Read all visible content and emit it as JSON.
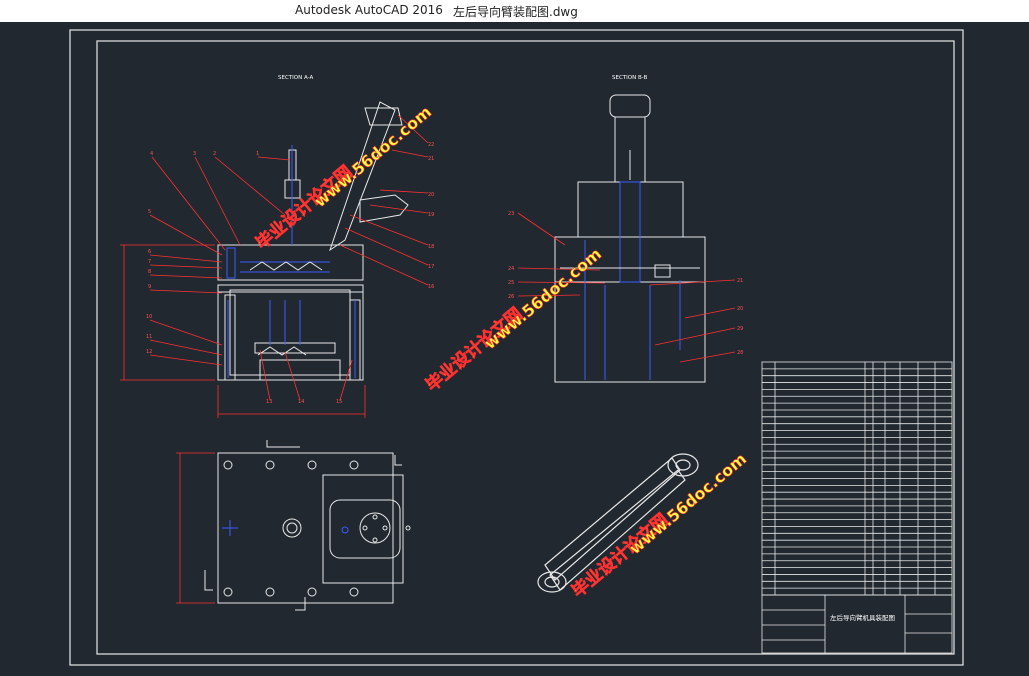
{
  "window": {
    "app_title": "Autodesk AutoCAD 2016",
    "file_name": "左后导向臂装配图.dwg"
  },
  "drawing": {
    "section_a": "SECTION A-A",
    "section_b": "SECTION B-B",
    "title_block_name": "左后导向臂机具装配图",
    "watermark_url": "www.56doc.com",
    "watermark_cn": "毕业设计论文网",
    "callouts_left": [
      "4",
      "3",
      "2",
      "1",
      "5",
      "6",
      "7",
      "8",
      "9",
      "10",
      "11",
      "12",
      "13",
      "14",
      "15",
      "16",
      "17",
      "18",
      "19",
      "20",
      "21",
      "22"
    ],
    "callouts_right": [
      "23",
      "24",
      "25",
      "26",
      "21",
      "20",
      "29",
      "28"
    ]
  },
  "colors": {
    "background": "#212830",
    "frame": "#ffffff",
    "leader": "#ff3030",
    "hidden": "#3b5bff",
    "accent": "#ffff40"
  }
}
